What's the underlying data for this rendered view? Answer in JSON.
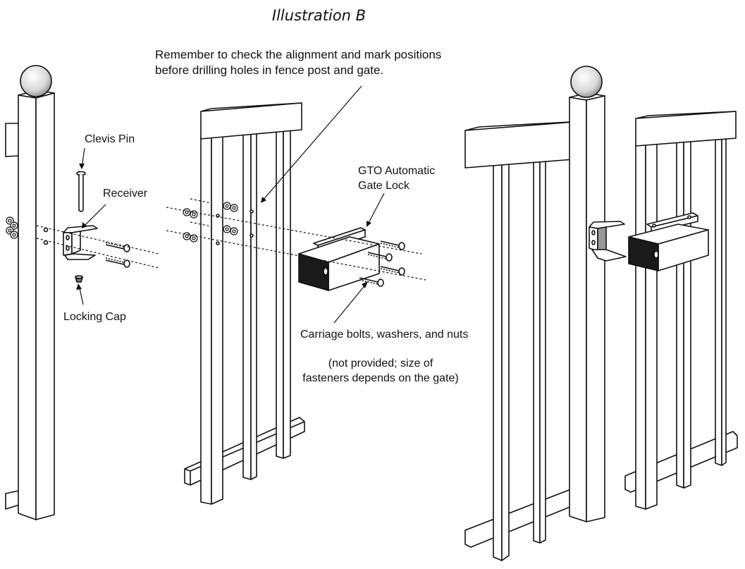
{
  "title": "Illustration B",
  "labels": {
    "note_line1": "Remember to check the alignment and mark positions",
    "note_line2": "before drilling holes in fence post and gate.",
    "clevis_pin": "Clevis Pin",
    "receiver": "Receiver",
    "locking_cap": "Locking Cap",
    "gate_lock_line1": "GTO Automatic",
    "gate_lock_line2": "Gate Lock",
    "bolts": "Carriage bolts, washers, and nuts",
    "not_provided_line1": "(not provided; size of",
    "not_provided_line2": "fasteners depends on the gate)"
  },
  "colors": {
    "stroke": "#111111",
    "fill": "#ffffff",
    "dark": "#1a1a1a",
    "grey": "#cfcfcf"
  }
}
